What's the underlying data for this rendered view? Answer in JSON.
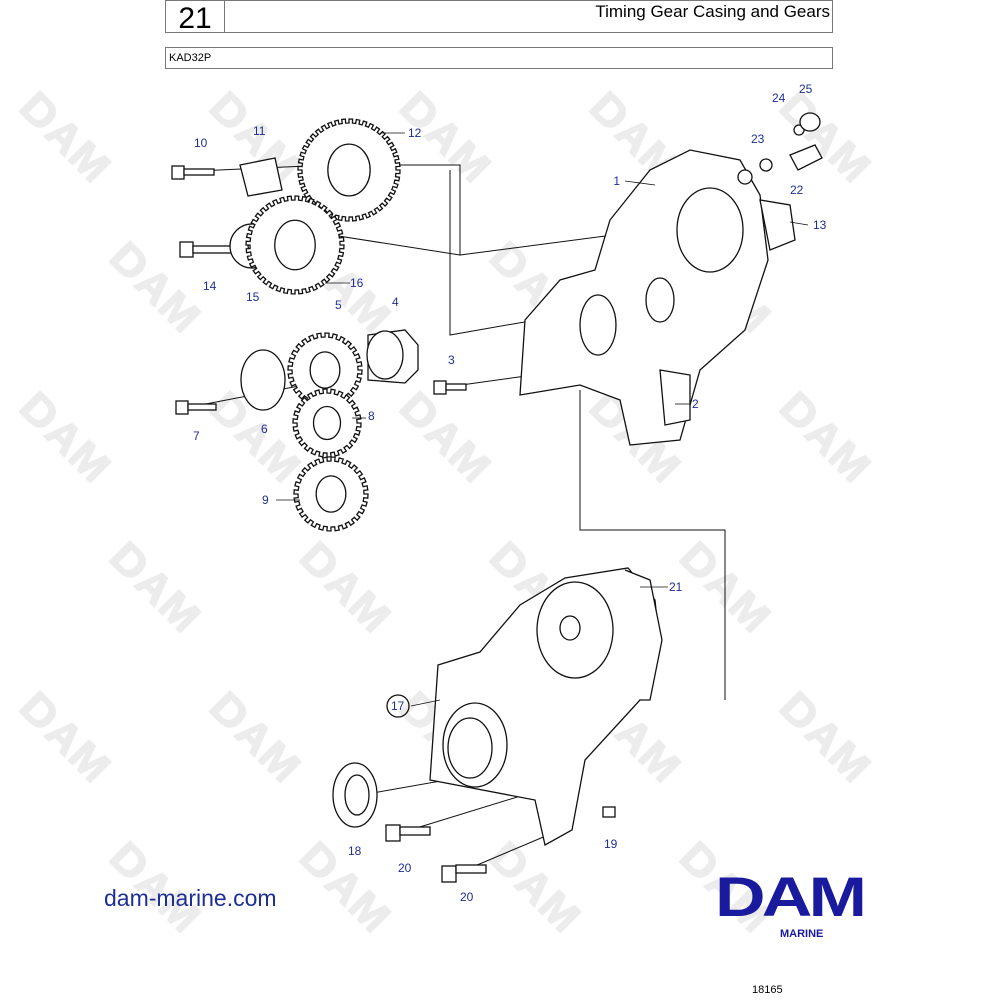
{
  "header": {
    "section_number": "21",
    "title": "Timing Gear Casing and Gears",
    "model": "KAD32P"
  },
  "watermark": "DAM",
  "callouts": {
    "c1": "1",
    "c2": "2",
    "c3": "3",
    "c4": "4",
    "c5": "5",
    "c6": "6",
    "c7": "7",
    "c8": "8",
    "c9": "9",
    "c10": "10",
    "c11": "11",
    "c12": "12",
    "c13": "13",
    "c14": "14",
    "c15": "15",
    "c16": "16",
    "c17": "17",
    "c18": "18",
    "c19": "19",
    "c20": "20",
    "c21": "21",
    "c22": "22",
    "c23": "23",
    "c24": "24",
    "c25": "25"
  },
  "footer": {
    "website": "dam-marine.com",
    "logo_text": "DAM",
    "logo_subtext": "MARINE",
    "drawing_number": "18165"
  },
  "colors": {
    "callout": "#1e2e96",
    "logo": "#1a1a9e"
  }
}
